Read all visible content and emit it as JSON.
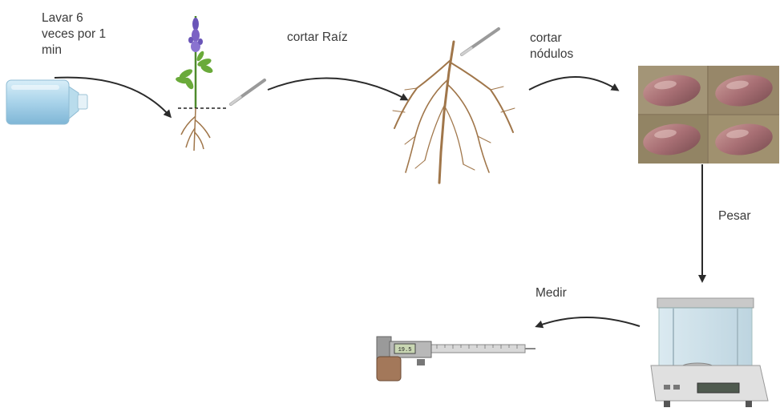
{
  "steps": {
    "wash": "Lavar 6\nveces por 1\nmin",
    "cut_root": "cortar Raíz",
    "cut_nodules": "cortar\nnódulos",
    "weigh": "Pesar",
    "measure": "Medir"
  },
  "caliper_display": "19.5",
  "colors": {
    "arrow": "#2b2b2b",
    "root": "#a0764a",
    "flower": "#7b62c4",
    "leaf": "#6aaa3a",
    "bottle": "#a9d3ea",
    "nodule": "#b07a7c"
  },
  "icons": [
    "wash-bottle-icon",
    "lupin-plant-icon",
    "scalpel-icon",
    "root-icon",
    "nodule-photo",
    "analytical-balance-icon",
    "caliper-icon"
  ]
}
